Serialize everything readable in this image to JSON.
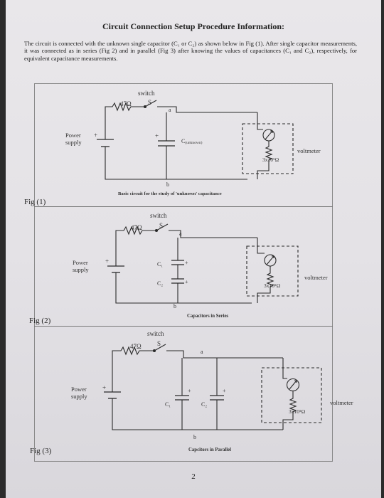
{
  "header": {
    "title": "Circuit Connection Setup Procedure Information:",
    "intro": "The circuit is connected with the unknown single capacitor (C₁ or C₂) as shown below in Fig (1). After single capacitor measurements, it was connected as in series (Fig 2) and in parallel (Fig 3) after knowing the values of capacitances (C₁ and C₂), respectively, for equivalent capacitance measurements."
  },
  "fig1": {
    "label": "Fig (1)",
    "resistor": "47Ω",
    "switch": "switch",
    "switch_letter": "S",
    "node_a": "a",
    "node_b": "b",
    "power": "Power",
    "supply": "supply",
    "cap": "C",
    "cap_sub": "(unknown)",
    "meter_res": "3x10⁵Ω",
    "voltmeter": "voltmeter",
    "caption": "Basic circuit for the study of 'unknown' capacitance"
  },
  "fig2": {
    "label": "Fig (2)",
    "resistor": "47Ω",
    "switch": "switch",
    "switch_letter": "S",
    "node_a": "a",
    "node_b": "b",
    "power": "Power",
    "supply": "supply",
    "c1": "C₁",
    "c2": "C₂",
    "meter_res": "3x10⁵Ω",
    "voltmeter": "voltmeter",
    "caption": "Capacitors in Series"
  },
  "fig3": {
    "label": "Fig (3)",
    "resistor": "47Ω",
    "switch": "switch",
    "switch_letter": "S",
    "node_a": "a",
    "node_b": "b",
    "power": "Power",
    "supply": "supply",
    "c1": "C₁",
    "c2": "C₂",
    "meter_res": "3x10⁵Ω",
    "voltmeter": "voltmeter",
    "caption": "Capcitors in Parallel"
  },
  "footer": {
    "page_number": "2"
  }
}
